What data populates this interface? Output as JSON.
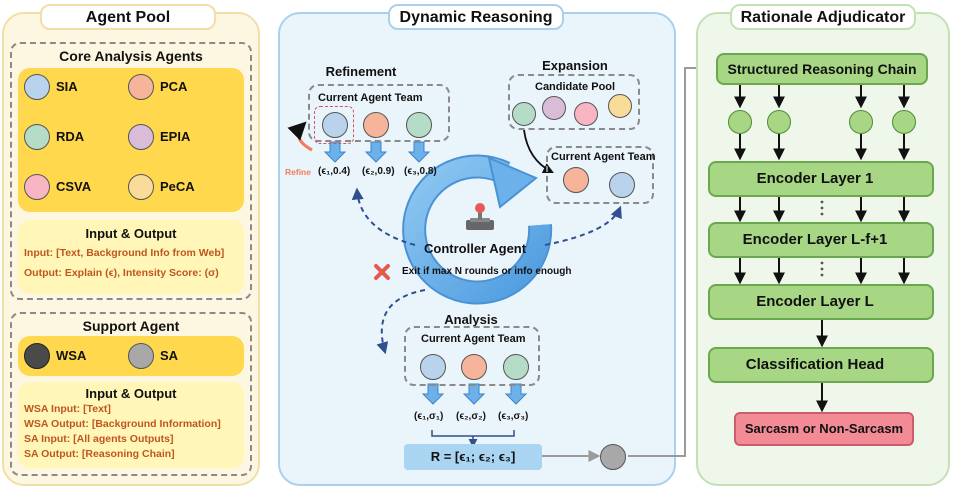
{
  "agent_pool": {
    "title": "Agent Pool",
    "core": {
      "title": "Core Analysis Agents",
      "agents": [
        {
          "label": "SIA",
          "color": "#b9d3ec"
        },
        {
          "label": "PCA",
          "color": "#f6b59b"
        },
        {
          "label": "RDA",
          "color": "#b5dcc7"
        },
        {
          "label": "EPIA",
          "color": "#d9bdd8"
        },
        {
          "label": "CSVA",
          "color": "#f8b6c4"
        },
        {
          "label": "PeCA",
          "color": "#f9dc99"
        }
      ],
      "io_title": "Input & Output",
      "io_lines": [
        "Input: [Text, Background Info from Web]",
        "Output: Explain (ϵ), Intensity Score: (σ)"
      ]
    },
    "support": {
      "title": "Support Agent",
      "agents": [
        {
          "label": "WSA",
          "color": "#4a4a4a"
        },
        {
          "label": "SA",
          "color": "#a8a8a8"
        }
      ],
      "io_title": "Input & Output",
      "io_lines": [
        "WSA Input: [Text]",
        "WSA Output: [Background Information]",
        "SA Input: [All agents Outputs]",
        "SA Output: [Reasoning Chain]"
      ]
    }
  },
  "dynamic_reasoning": {
    "title": "Dynamic Reasoning",
    "refinement": {
      "title": "Refinement",
      "team_label": "Current Agent Team",
      "refine_label": "Refine",
      "outputs": [
        "(ϵ₁,0.4)",
        "(ϵ₂,0.9)",
        "(ϵ₃,0.8)"
      ]
    },
    "expansion": {
      "title": "Expansion",
      "pool_label": "Candidate Pool",
      "team_label": "Current Agent Team"
    },
    "controller": {
      "label": "Controller Agent",
      "exit_text": "Exit if max N rounds or info enough"
    },
    "analysis": {
      "title": "Analysis",
      "team_label": "Current Agent Team",
      "outputs": [
        "(ϵ₁,σ₁)",
        "(ϵ₂,σ₂)",
        "(ϵ₃,σ₃)"
      ]
    },
    "result": "R = [ϵ₁; ϵ₂; ϵ₃]"
  },
  "adjudicator": {
    "title": "Rationale Adjudicator",
    "chain": "Structured Reasoning Chain",
    "layers": [
      "Encoder Layer 1",
      "Encoder Layer L-f+1",
      "Encoder Layer L"
    ],
    "head": "Classification Head",
    "output": "Sarcasm or Non-Sarcasm"
  },
  "colors": {
    "agent_pool_bg": "#fdf6e0",
    "agent_pool_border": "#f0dfa8",
    "reasoning_bg": "#eaf4fb",
    "reasoning_border": "#a9d1ee",
    "adjudicator_bg": "#eef7ea",
    "adjudicator_border": "#c4e1b5",
    "yellow": "#ffd84d",
    "green": "#a7d785",
    "red": "#f28b96",
    "blue": "#a9d4f2"
  }
}
